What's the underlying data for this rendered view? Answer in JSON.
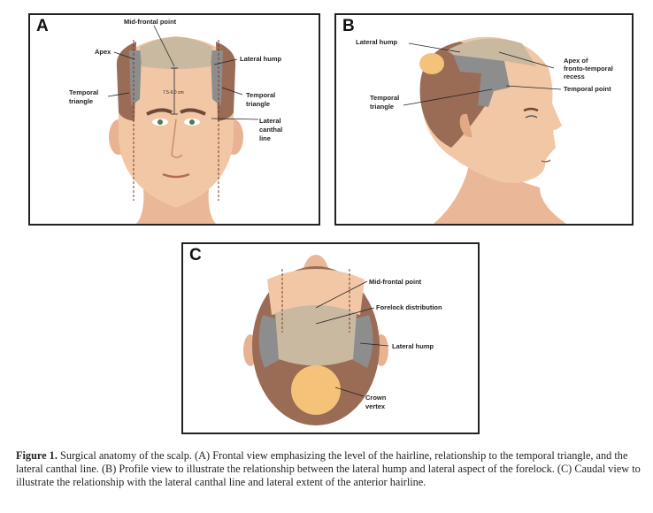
{
  "panel_a": {
    "letter": "A",
    "labels": {
      "mid_frontal_point": "Mid-frontal point",
      "apex": "Apex",
      "lateral_hump": "Lateral hump",
      "temporal_triangle_left_1": "Temporal",
      "temporal_triangle_left_2": "triangle",
      "temporal_triangle_right_1": "Temporal",
      "temporal_triangle_right_2": "triangle",
      "measurement": "7.5-9.0 cm",
      "lateral_canthal_1": "Lateral",
      "lateral_canthal_2": "canthal",
      "lateral_canthal_3": "line"
    }
  },
  "panel_b": {
    "letter": "B",
    "labels": {
      "lateral_hump": "Lateral hump",
      "apex_1": "Apex of",
      "apex_2": "fronto-temporal",
      "apex_3": "recess",
      "temporal_point": "Temporal point",
      "temporal_triangle_1": "Temporal",
      "temporal_triangle_2": "triangle"
    }
  },
  "panel_c": {
    "letter": "C",
    "labels": {
      "mid_frontal_point": "Mid-frontal point",
      "forelock_distribution": "Forelock distribution",
      "lateral_hump": "Lateral hump",
      "crown_1": "Crown",
      "crown_2": "vertex"
    }
  },
  "caption": {
    "label": "Figure 1.",
    "text": "Surgical anatomy of the scalp. (A) Frontal view emphasizing the level of the hairline, relationship to the temporal triangle, and the lateral canthal line. (B) Profile view to illustrate the relationship between the lateral hump and lateral aspect of the forelock. (C) Caudal view to illustrate the relationship with the lateral canthal line and lateral extent of the anterior hairline."
  },
  "colors": {
    "skin": "#f2c7a6",
    "hair_beige": "#c9b9a1",
    "hair_brown": "#9a6b55",
    "hair_gray": "#8d8d8d",
    "crown": "#f5c27a"
  }
}
